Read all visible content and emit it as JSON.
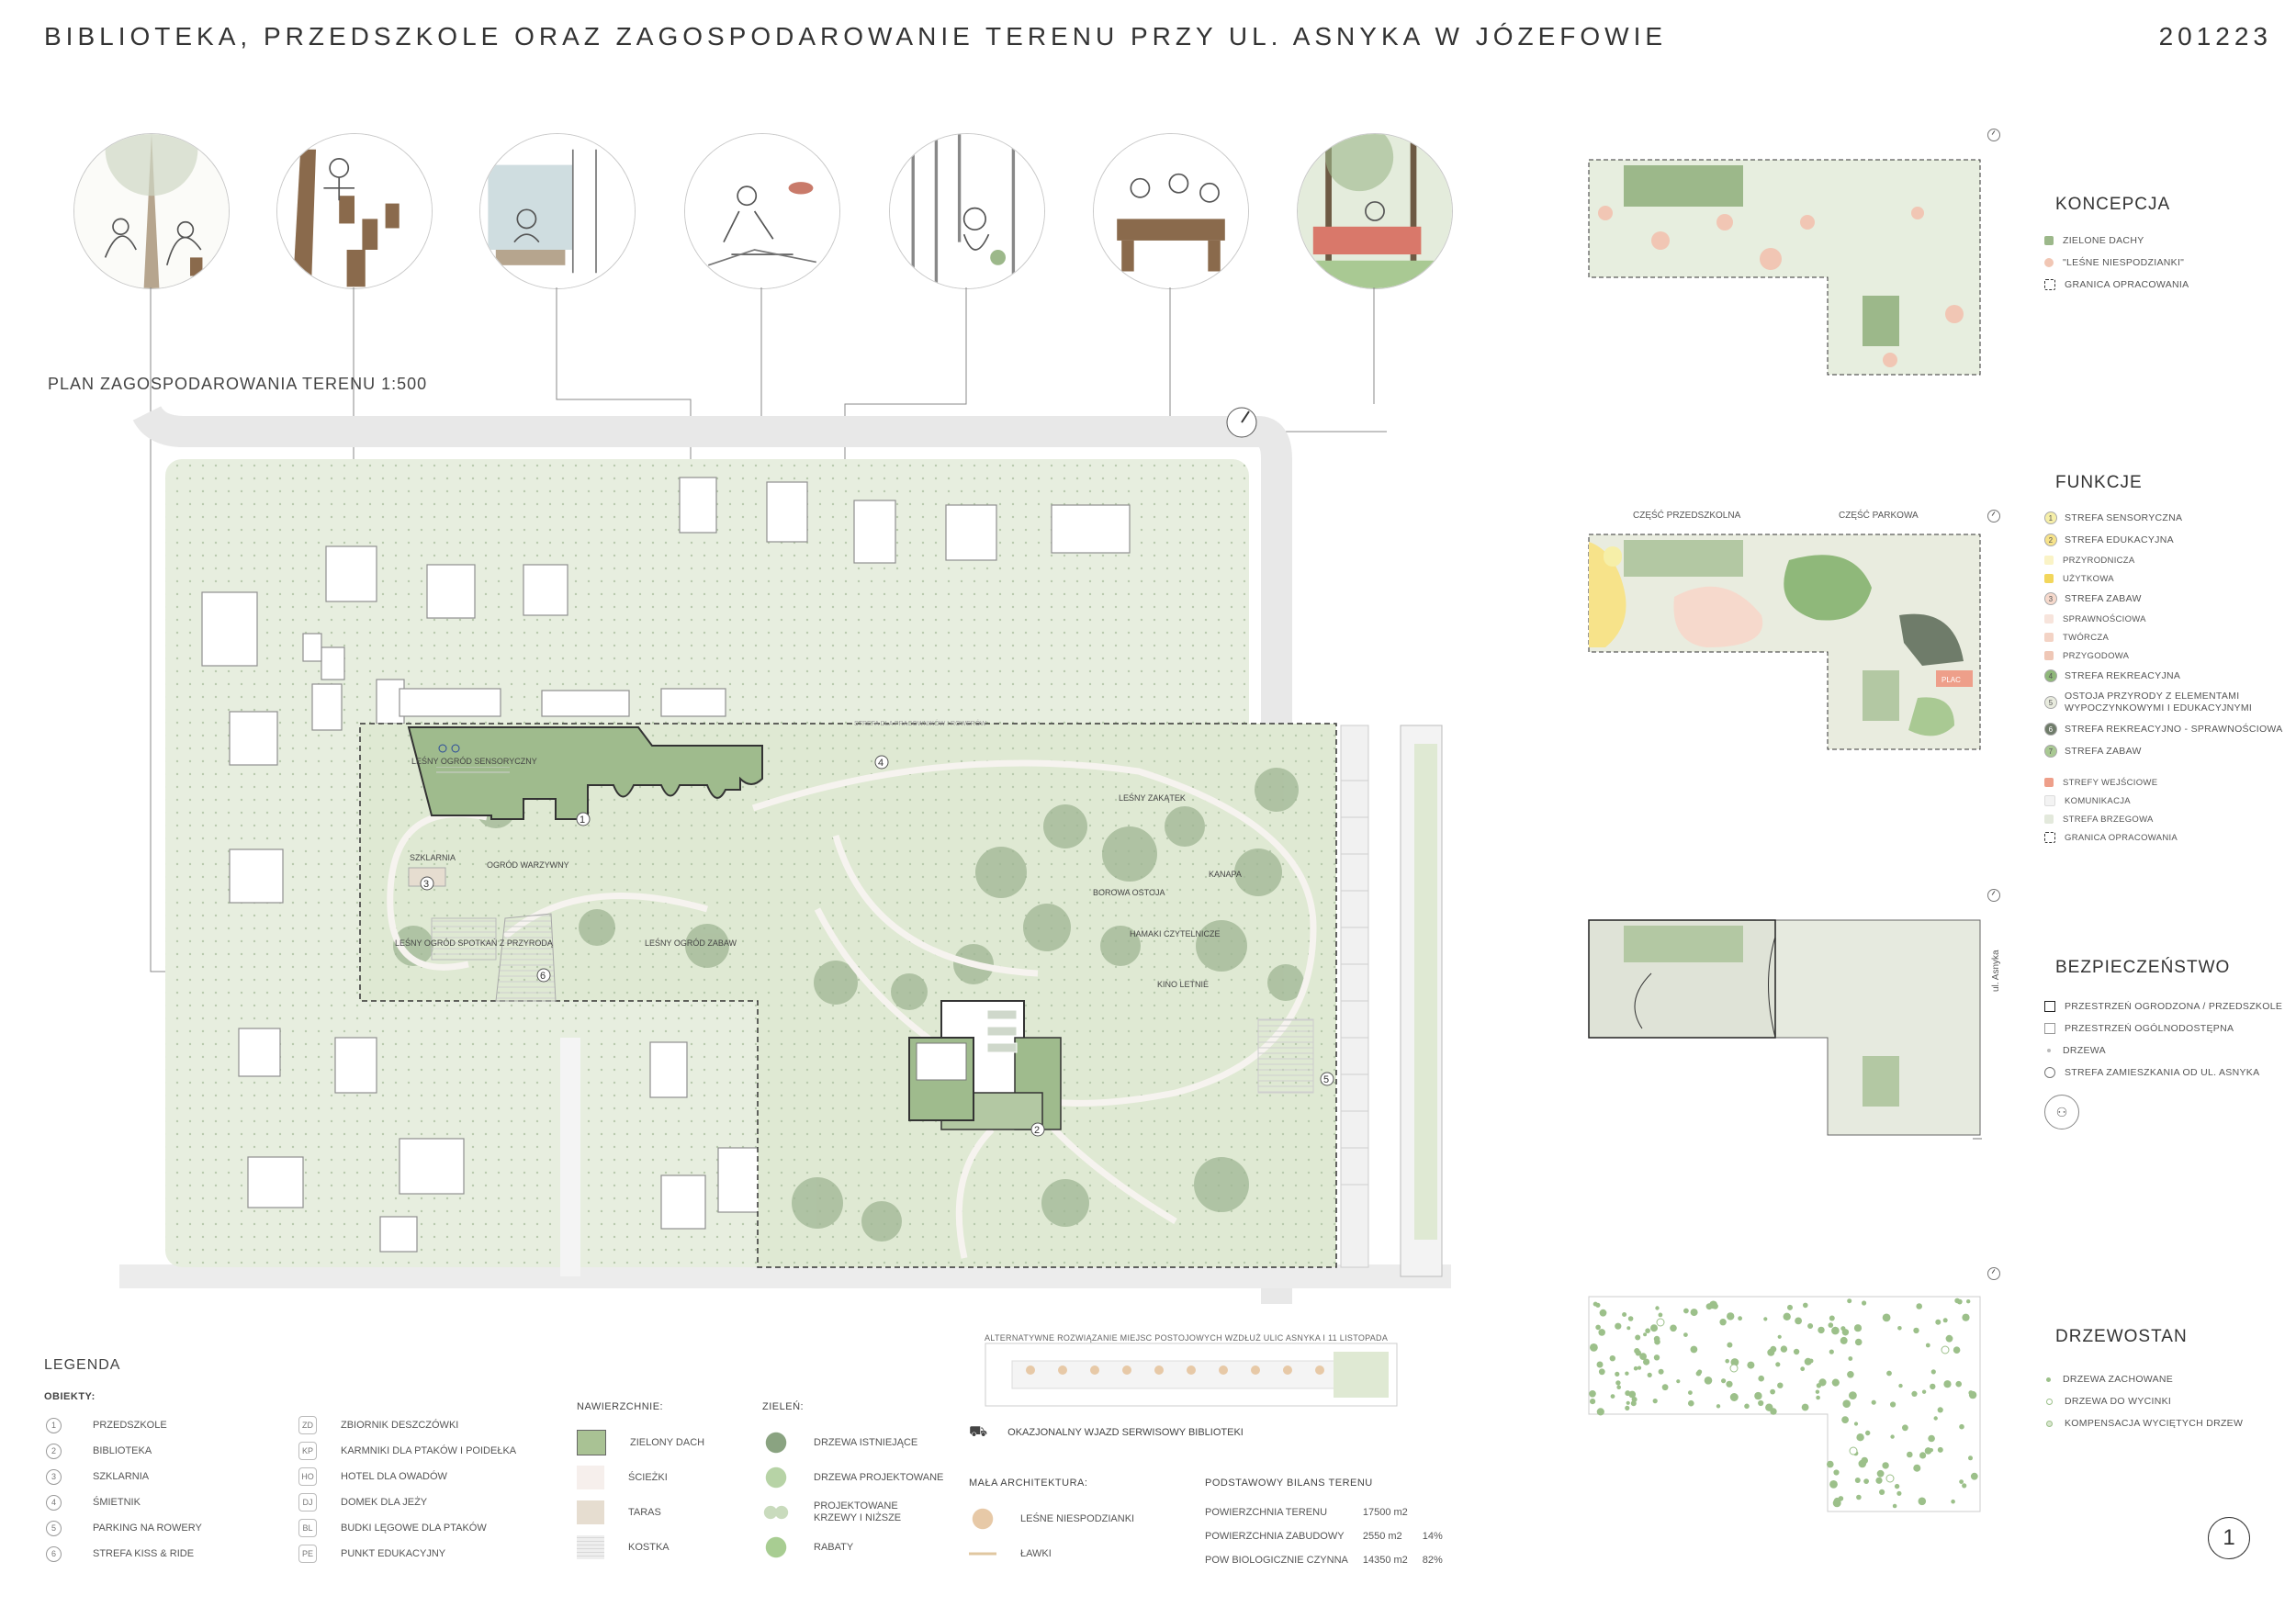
{
  "header": {
    "title": "BIBLIOTEKA, PRZEDSZKOLE ORAZ ZAGOSPODAROWANIE TERENU PRZY UL. ASNYKA W JÓZEFOWIE",
    "code": "201223"
  },
  "plan": {
    "title": "PLAN ZAGOSPODAROWANIA TERENU 1:500",
    "labels": {
      "lesny_ogrod_sensoryczny": "LEŚNY OGRÓD SENSORYCZNY",
      "szklarnia": "SZKLARNIA",
      "ogrod_warzywny": "OGRÓD WARZYWNY",
      "lesny_ogrod_spotkan": "LEŚNY OGRÓD SPOTKAŃ Z PRZYRODĄ",
      "lesny_ogrod_zabaw": "LEŚNY OGRÓD ZABAW",
      "lesny_zakatek": "LEŚNY ZAKĄTEK",
      "borowa_ostoja": "BOROWA OSTOJA",
      "kanapa": "KANAPA",
      "hamaki": "HAMAKI CZYTELNICZE",
      "kino_letnie": "KINO LETNIE",
      "strefa_pracownicza": "STREFA DLA PRACOWNIKÓW I ROWERÓW",
      "alt_caption": "ALTERNATYWNE ROZWIĄZANIE MIEJSC POSTOJOWYCH WZDŁUŻ ULIC ASNYKA I 11 LISTOPADA"
    },
    "markers": [
      "1",
      "2",
      "3",
      "4",
      "5",
      "6"
    ]
  },
  "koncepcja": {
    "title": "KONCEPCJA",
    "items": [
      {
        "label": "ZIELONE DACHY",
        "color": "#9cb88a"
      },
      {
        "label": "\"LEŚNE NIESPODZIANKI\"",
        "color": "#f1c6b4"
      },
      {
        "label": "GRANICA OPRACOWANIA",
        "color": "#ffffff"
      }
    ]
  },
  "funkcje": {
    "title": "FUNKCJE",
    "part_left": "CZĘŚĆ PRZEDSZKOLNA",
    "part_right": "CZĘŚĆ PARKOWA",
    "plac": "PLAC",
    "items": [
      {
        "num": "1",
        "label": "STREFA SENSORYCZNA",
        "color": "#f6efa8"
      },
      {
        "num": "2",
        "label": "STREFA EDUKACYJNA",
        "color": "#f7e38a"
      },
      {
        "sub": true,
        "label": "PRZYRODNICZA",
        "color": "#faf3c6"
      },
      {
        "sub": true,
        "label": "UŻYTKOWA",
        "color": "#f2d65c"
      },
      {
        "num": "3",
        "label": "STREFA ZABAW",
        "color": "#f6d9cc"
      },
      {
        "sub": true,
        "label": "SPRAWNOŚCIOWA",
        "color": "#f7e4dc"
      },
      {
        "sub": true,
        "label": "TWÓRCZA",
        "color": "#f3d3c5"
      },
      {
        "sub": true,
        "label": "PRZYGODOWA",
        "color": "#efc7b6"
      },
      {
        "num": "4",
        "label": "STREFA REKREACYJNA",
        "color": "#8fb87a"
      },
      {
        "num": "5",
        "label": "OSTOJA PRZYRODY Z ELEMENTAMI WYPOCZYNKOWYMI I EDUKACYJNYMI",
        "color": "#e9ecdf"
      },
      {
        "num": "6",
        "label": "STREFA REKREACYJNO - SPRAWNOŚCIOWA",
        "color": "#6f7c6a"
      },
      {
        "num": "7",
        "label": "STREFA ZABAW",
        "color": "#a9c993"
      }
    ],
    "items2": [
      {
        "label": "STREFY WEJŚCIOWE",
        "color": "#ee9f8a"
      },
      {
        "label": "KOMUNIKACJA",
        "color": "#f3f3f3"
      },
      {
        "label": "STREFA BRZEGOWA",
        "color": "#e3e9dc"
      },
      {
        "label": "GRANICA OPRACOWANIA",
        "color": "#ffffff"
      }
    ]
  },
  "bezpieczenstwo": {
    "title": "BEZPIECZEŃSTWO",
    "street": "ul. Asnyka",
    "items": [
      {
        "label": "PRZESTRZEŃ OGRODZONA / PRZEDSZKOLE"
      },
      {
        "label": "PRZESTRZEŃ OGÓLNODOSTĘPNA"
      },
      {
        "label": "DRZEWA"
      },
      {
        "label": "STREFA ZAMIESZKANIA OD UL. ASNYKA"
      }
    ]
  },
  "drzewostan": {
    "title": "DRZEWOSTAN",
    "items": [
      {
        "label": "DRZEWA ZACHOWANE",
        "color": "#9cc08a"
      },
      {
        "label": "DRZEWA DO WYCINKI",
        "color": "#ffffff"
      },
      {
        "label": "KOMPENSACJA WYCIĘTYCH DRZEW",
        "color": "#d9e6cf"
      }
    ]
  },
  "legend": {
    "title": "LEGENDA",
    "obiekty_title": "OBIEKTY:",
    "obiekty": [
      {
        "key": "1",
        "label": "PRZEDSZKOLE"
      },
      {
        "key": "2",
        "label": "BIBLIOTEKA"
      },
      {
        "key": "3",
        "label": "SZKLARNIA"
      },
      {
        "key": "4",
        "label": "ŚMIETNIK"
      },
      {
        "key": "5",
        "label": "PARKING NA ROWERY"
      },
      {
        "key": "6",
        "label": "STREFA KISS & RIDE"
      }
    ],
    "obiekty2": [
      {
        "key": "ZD",
        "label": "ZBIORNIK DESZCZÓWKI"
      },
      {
        "key": "KP",
        "label": "KARMNIKI DLA PTAKÓW I POIDEŁKA"
      },
      {
        "key": "HO",
        "label": "HOTEL DLA OWADÓW"
      },
      {
        "key": "DJ",
        "label": "DOMEK DLA JEŻY"
      },
      {
        "key": "BL",
        "label": "BUDKI LĘGOWE DLA PTAKÓW"
      },
      {
        "key": "PE",
        "label": "PUNKT EDUKACYJNY"
      }
    ],
    "nawierzchnie_title": "NAWIERZCHNIE:",
    "nawierzchnie": [
      {
        "label": "ZIELONY DACH",
        "color": "#a9c294"
      },
      {
        "label": "ŚCIEŻKI",
        "color": "#f6efec"
      },
      {
        "label": "TARAS",
        "color": "#e6ddd0"
      },
      {
        "label": "KOSTKA",
        "color": "#eeeeee"
      }
    ],
    "zielen_title": "ZIELEŃ:",
    "zielen": [
      {
        "label": "DRZEWA ISTNIEJĄCE",
        "color": "#8aa381"
      },
      {
        "label": "DRZEWA PROJEKTOWANE",
        "color": "#b7d3a6"
      },
      {
        "label": "PROJEKTOWANE KRZEWY I NIŻSZE",
        "color": "#c9dbbd"
      },
      {
        "label": "RABATY",
        "color": "#a8cd92"
      }
    ],
    "service": "OKAZJONALNY WJAZD SERWISOWY BIBLIOTEKI",
    "mala_title": "MAŁA ARCHITEKTURA:",
    "mala": [
      {
        "label": "LEŚNE NIESPODZIANKI"
      },
      {
        "label": "ŁAWKI"
      }
    ],
    "bilans_title": "PODSTAWOWY BILANS TERENU",
    "bilans": [
      {
        "label": "POWIERZCHNIA TERENU",
        "value": "17500 m2",
        "pct": ""
      },
      {
        "label": "POWIERZCHNIA ZABUDOWY",
        "value": "2550 m2",
        "pct": "14%"
      },
      {
        "label": "POW BIOLOGICZNIE CZYNNA",
        "value": "14350 m2",
        "pct": "82%"
      }
    ]
  },
  "page_number": "1"
}
